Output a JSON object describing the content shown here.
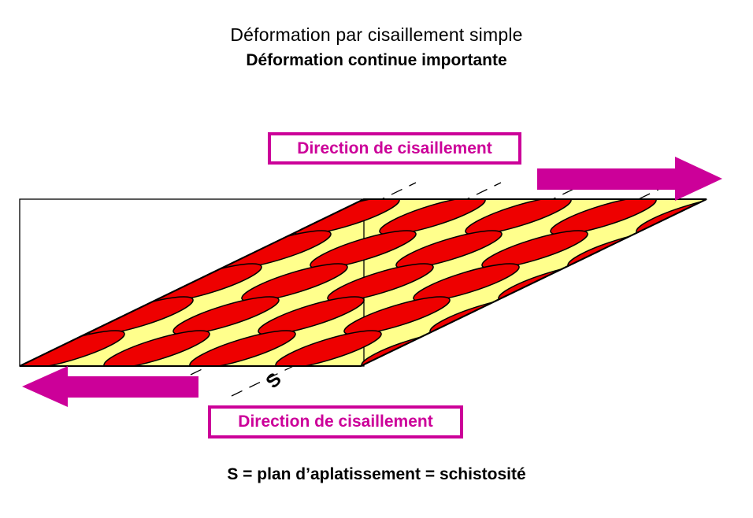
{
  "colors": {
    "accent_magenta": "#cc0099",
    "band_yellow": "#ffff8c",
    "ellipse_red": "#ee0000",
    "line_black": "#000000"
  },
  "header": {
    "title": "Déformation par cisaillement simple",
    "subtitle": "Déformation continue importante"
  },
  "diagram": {
    "top_shear_label": "Direction de cisaillement",
    "bottom_shear_label": "Direction de cisaillement",
    "s_label": "S"
  },
  "caption": "S = plan d’aplatissement = schistosité"
}
